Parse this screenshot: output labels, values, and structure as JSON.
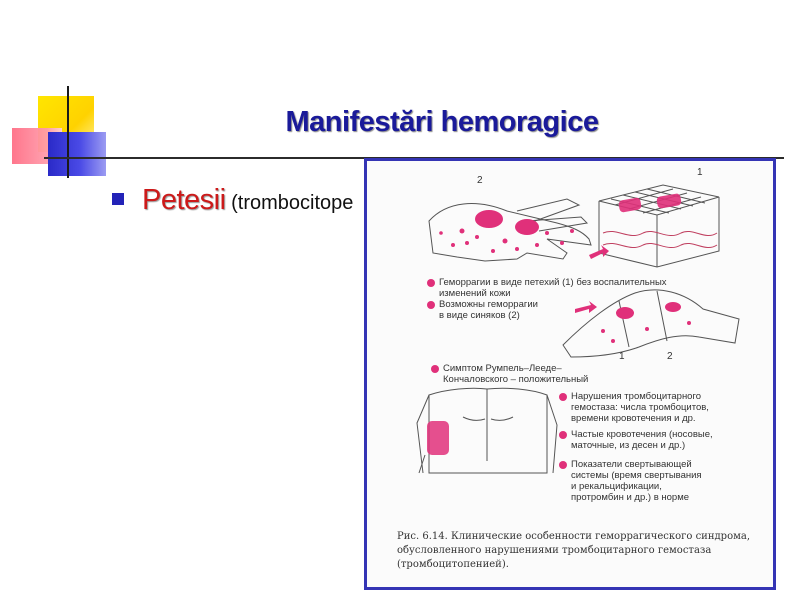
{
  "slide": {
    "title": "Manifestări hemoragice",
    "bullet": {
      "term": "Petesii",
      "description": " (trombocitope"
    }
  },
  "figure": {
    "marker_numbers": [
      "2",
      "1",
      "1",
      "2"
    ],
    "labels": [
      [
        "Геморрагии в виде петехий (1) без воспалительных",
        "изменений кожи"
      ],
      [
        "Возможны геморрагии",
        "в виде синяков (2)"
      ],
      [
        "Симптом Румпель–Лееде–",
        "Кончаловского – положительный"
      ],
      [
        "Нарушения тромбоцитарного",
        "гемостаза: числа тромбоцитов,",
        "времени кровотечения и др."
      ],
      [
        "Частые кровотечения (носовые,",
        "маточные, из десен и др.)"
      ],
      [
        "Показатели свертывающей",
        "системы (время свертывания",
        "и рекальцификации,",
        "протромбин и др.) в норме"
      ]
    ],
    "caption": [
      "Рис. 6.14. Клинические особенности геморрагического синдрома,",
      "обусловленного нарушениями тромбоцитарного гемостаза",
      "(тромбоцитопенией)."
    ]
  },
  "colors": {
    "title": "#1a1a9a",
    "term": "#cc1a1a",
    "accent_blue": "#2323b8",
    "figure_border": "#3434b4",
    "petechia": "#e0307a"
  }
}
